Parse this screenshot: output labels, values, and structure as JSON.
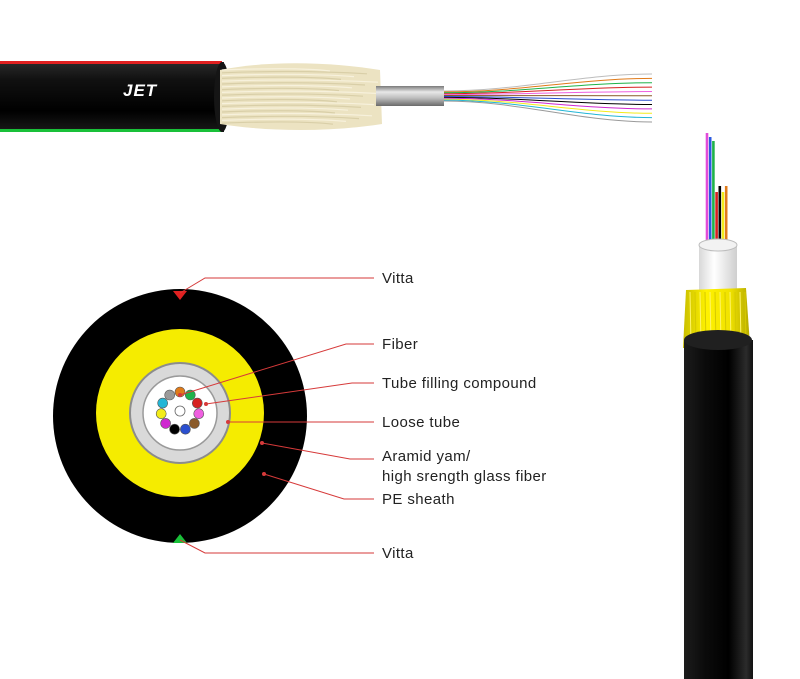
{
  "brand": "JET",
  "labels": {
    "vitta_top": "Vitta",
    "fiber": "Fiber",
    "tube_filling": "Tube filling compound",
    "loose_tube": "Loose tube",
    "aramid_line1": "Aramid yam/",
    "aramid_line2": "high srength glass fiber",
    "pe_sheath": "PE sheath",
    "vitta_bottom": "Vitta"
  },
  "colors": {
    "sheath": "#000000",
    "aramid": "#f5ec00",
    "leader_line": "#d63a3a",
    "vitta_top": "#e02020",
    "vitta_bottom": "#19c039",
    "loose_tube": "#d9d9d9",
    "tube_outline": "#9a9a9a"
  },
  "fiber_colors": [
    "#ffffff",
    "#e07b1a",
    "#1fb24a",
    "#d62020",
    "#ef5fe0",
    "#8a5a2a",
    "#2a4fd0",
    "#000000",
    "#cf28d0",
    "#f3ec1a",
    "#23b6d6",
    "#9a9a9a"
  ]
}
